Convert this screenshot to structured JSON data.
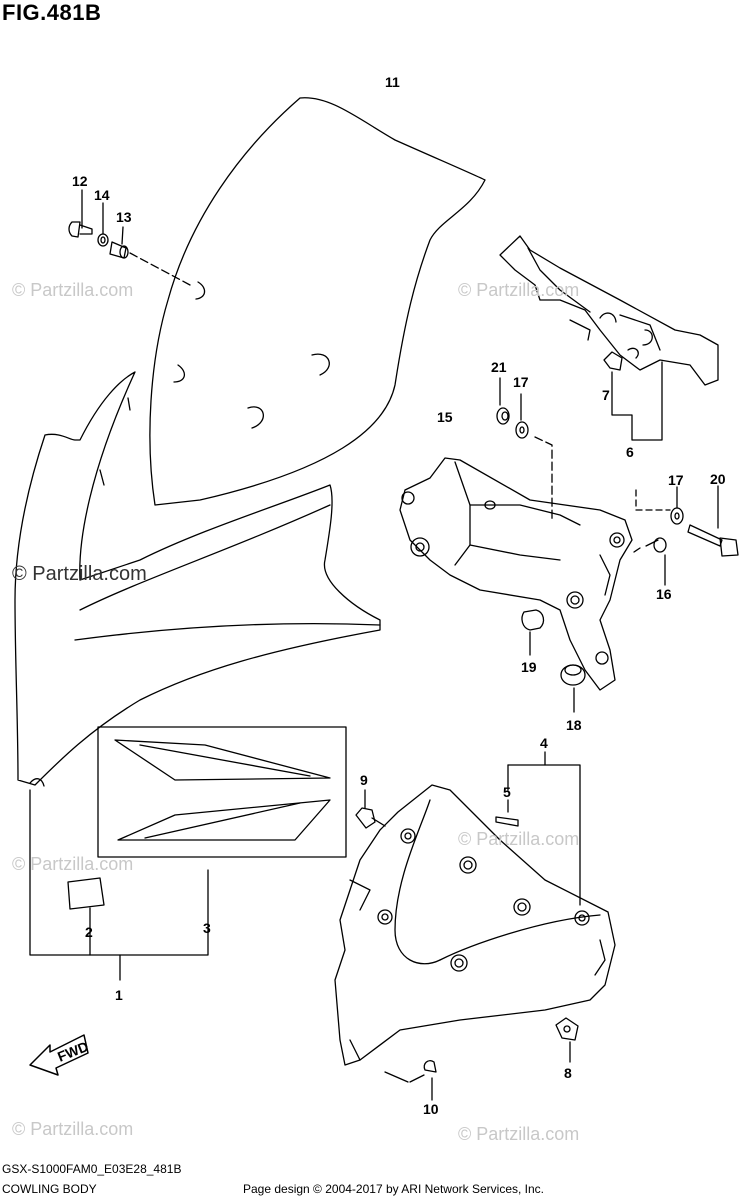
{
  "figure": {
    "title": "FIG.481B"
  },
  "callouts": {
    "p1": "1",
    "p2": "2",
    "p3": "3",
    "p4": "4",
    "p5": "5",
    "p6": "6",
    "p7": "7",
    "p8": "8",
    "p9": "9",
    "p10": "10",
    "p11": "11",
    "p12": "12",
    "p13": "13",
    "p14": "14",
    "p15": "15",
    "p16": "16",
    "p17a": "17",
    "p17b": "17",
    "p18": "18",
    "p19": "19",
    "p20": "20",
    "p21": "21"
  },
  "watermark": {
    "text": "© Partzilla.com"
  },
  "fwd_label": "FWD",
  "footer": {
    "code": "GSX-S1000FAM0_E03E28_481B",
    "name": "COWLING BODY",
    "credit": "Page design © 2004-2017 by ARI Network Services, Inc."
  }
}
